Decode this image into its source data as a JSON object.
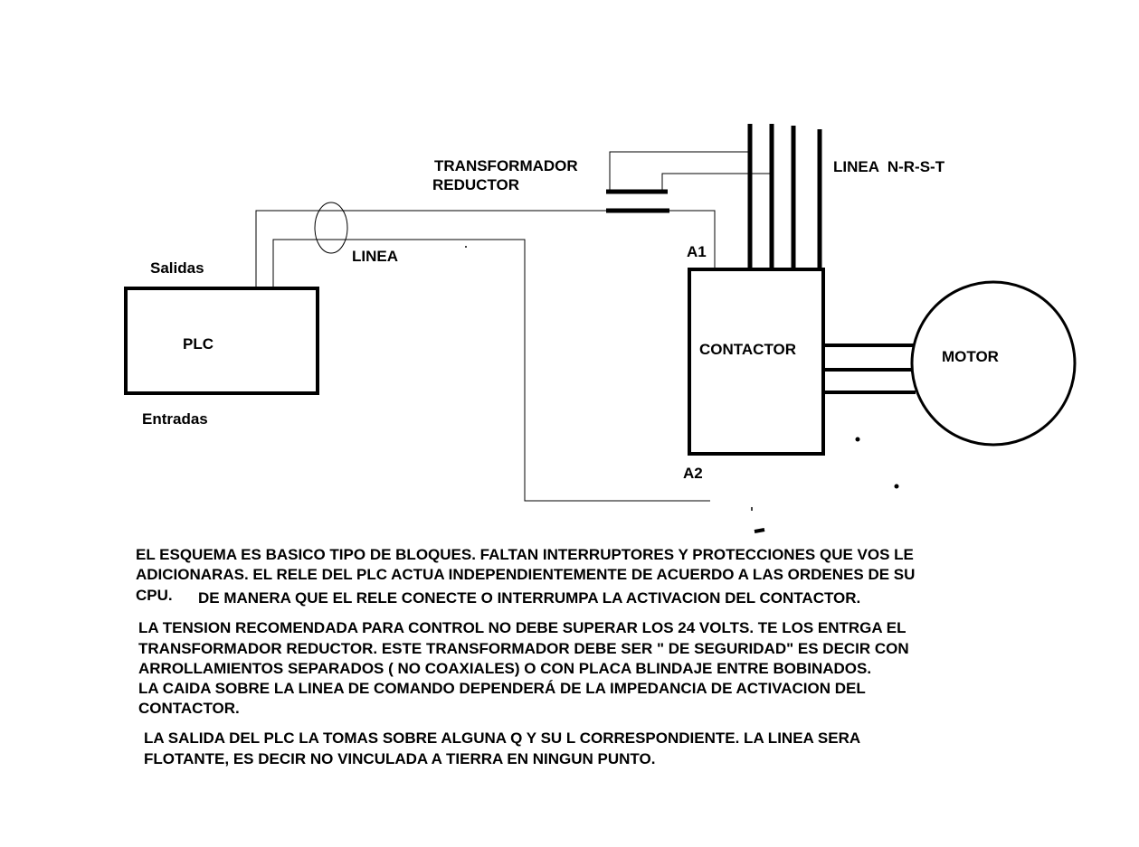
{
  "diagram": {
    "plc": {
      "label": "PLC",
      "outputs_label": "Salidas",
      "inputs_label": "Entradas"
    },
    "transformer": {
      "label_line1": "TRANSFORMADOR",
      "label_line2": "REDUCTOR"
    },
    "supply": {
      "label": "LINEA  N-R-S-T"
    },
    "control_line": {
      "label": "LINEA"
    },
    "contactor": {
      "label": "CONTACTOR",
      "terminal_a1": "A1",
      "terminal_a2": "A2"
    },
    "motor": {
      "label": "MOTOR"
    }
  },
  "notes": {
    "p1_line1": "EL ESQUEMA ES BASICO TIPO DE BLOQUES. FALTAN INTERRUPTORES Y PROTECCIONES QUE VOS LE",
    "p1_line2": "ADICIONARAS. EL RELE DEL PLC ACTUA INDEPENDIENTEMENTE DE ACUERDO A LAS ORDENES DE SU",
    "p1_line3a": "CPU.",
    "p1_line3b": "DE MANERA QUE EL RELE CONECTE O INTERRUMPA LA ACTIVACION DEL CONTACTOR.",
    "p2_line1": "LA TENSION RECOMENDADA PARA CONTROL NO DEBE SUPERAR LOS 24 VOLTS. TE LOS ENTRGA EL",
    "p2_line2": "TRANSFORMADOR REDUCTOR. ESTE TRANSFORMADOR DEBE SER \" DE SEGURIDAD\" ES DECIR CON",
    "p2_line3": "ARROLLAMIENTOS SEPARADOS ( NO COAXIALES) O CON PLACA BLINDAJE ENTRE BOBINADOS.",
    "p2_line4": "LA CAIDA SOBRE LA LINEA DE COMANDO DEPENDERÁ DE LA IMPEDANCIA DE ACTIVACION DEL",
    "p2_line5": "CONTACTOR.",
    "p3_line1": "LA SALIDA DEL PLC LA TOMAS SOBRE ALGUNA Q Y SU L CORRESPONDIENTE. LA LINEA SERA",
    "p3_line2": "FLOTANTE, ES DECIR NO VINCULADA A TIERRA EN NINGUN PUNTO."
  }
}
